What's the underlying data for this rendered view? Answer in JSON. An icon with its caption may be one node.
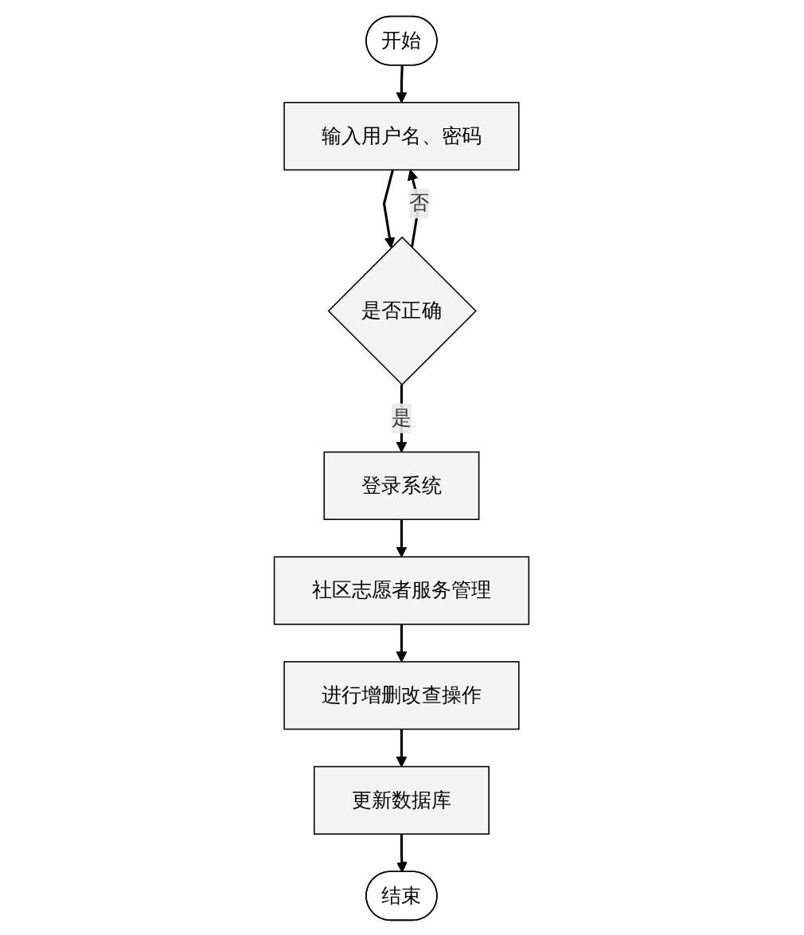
{
  "diagram": {
    "nodes": [
      {
        "text": [
          "开始"
        ]
      },
      {
        "text": [
          "输入用户名、密码"
        ]
      },
      {
        "text": [
          "是否正确"
        ]
      },
      {
        "text": [
          "登录系统"
        ]
      },
      {
        "text": [
          "社区志愿者服务管理"
        ]
      },
      {
        "text": [
          "进行增删改查操作"
        ]
      },
      {
        "text": [
          "更新数据库"
        ]
      },
      {
        "text": [
          "结束"
        ]
      }
    ],
    "edges": [
      {
        "from": 0,
        "to": 1,
        "arrow": "to"
      },
      {
        "from": 1,
        "to": 2,
        "arrow": "to"
      },
      {
        "from": 2,
        "to": 1,
        "arrow": "to",
        "label": "否"
      },
      {
        "from": 2,
        "to": 3,
        "arrow": "to",
        "label": "是"
      },
      {
        "from": 3,
        "to": 4,
        "arrow": "to"
      },
      {
        "from": 4,
        "to": 5,
        "arrow": "to"
      },
      {
        "from": 5,
        "to": 6,
        "arrow": "to"
      },
      {
        "from": 6,
        "to": 7,
        "arrow": "to"
      }
    ]
  }
}
